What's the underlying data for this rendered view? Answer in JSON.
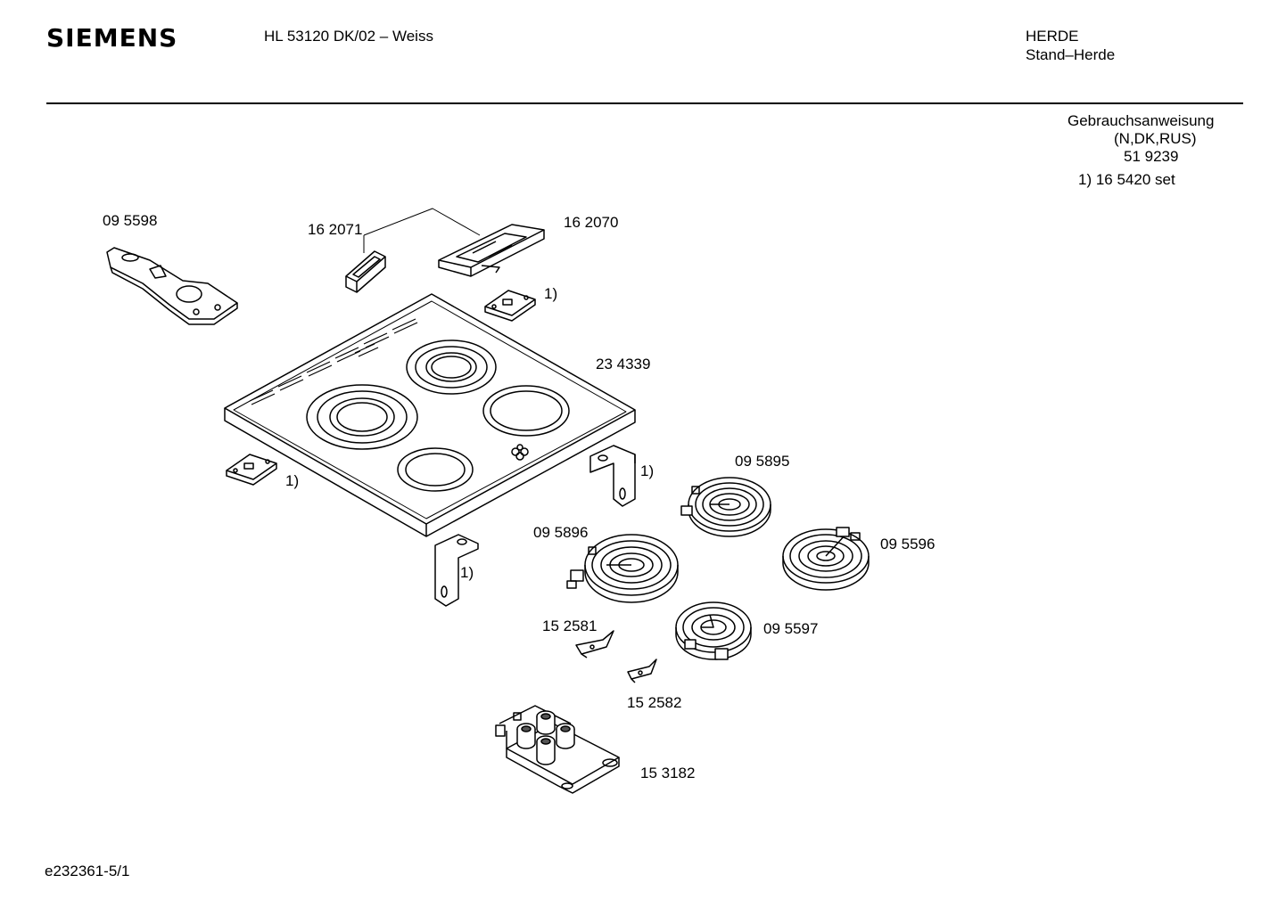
{
  "header": {
    "brand": "SIEMENS",
    "model": "HL 53120 DK/02 – Weiss",
    "category": "HERDE",
    "subcategory": "Stand–Herde"
  },
  "manual": {
    "label": "Gebrauchsanweisung",
    "languages": "(N,DK,RUS)",
    "number": "51 9239"
  },
  "footnote": "1) 16 5420 set",
  "parts": {
    "scraper": "09 5598",
    "button_small": "16 2071",
    "control_panel": "16 2070",
    "glass_top": "23 4339",
    "element_rear_left": "09 5895",
    "element_front_left": "09 5896",
    "element_rear_right": "09 5596",
    "element_front_right": "09 5597",
    "clip_1": "15 2581",
    "clip_2": "15 2582",
    "terminal_block": "15 3182"
  },
  "set_marker": "1)",
  "footer": "e232361-5/1"
}
